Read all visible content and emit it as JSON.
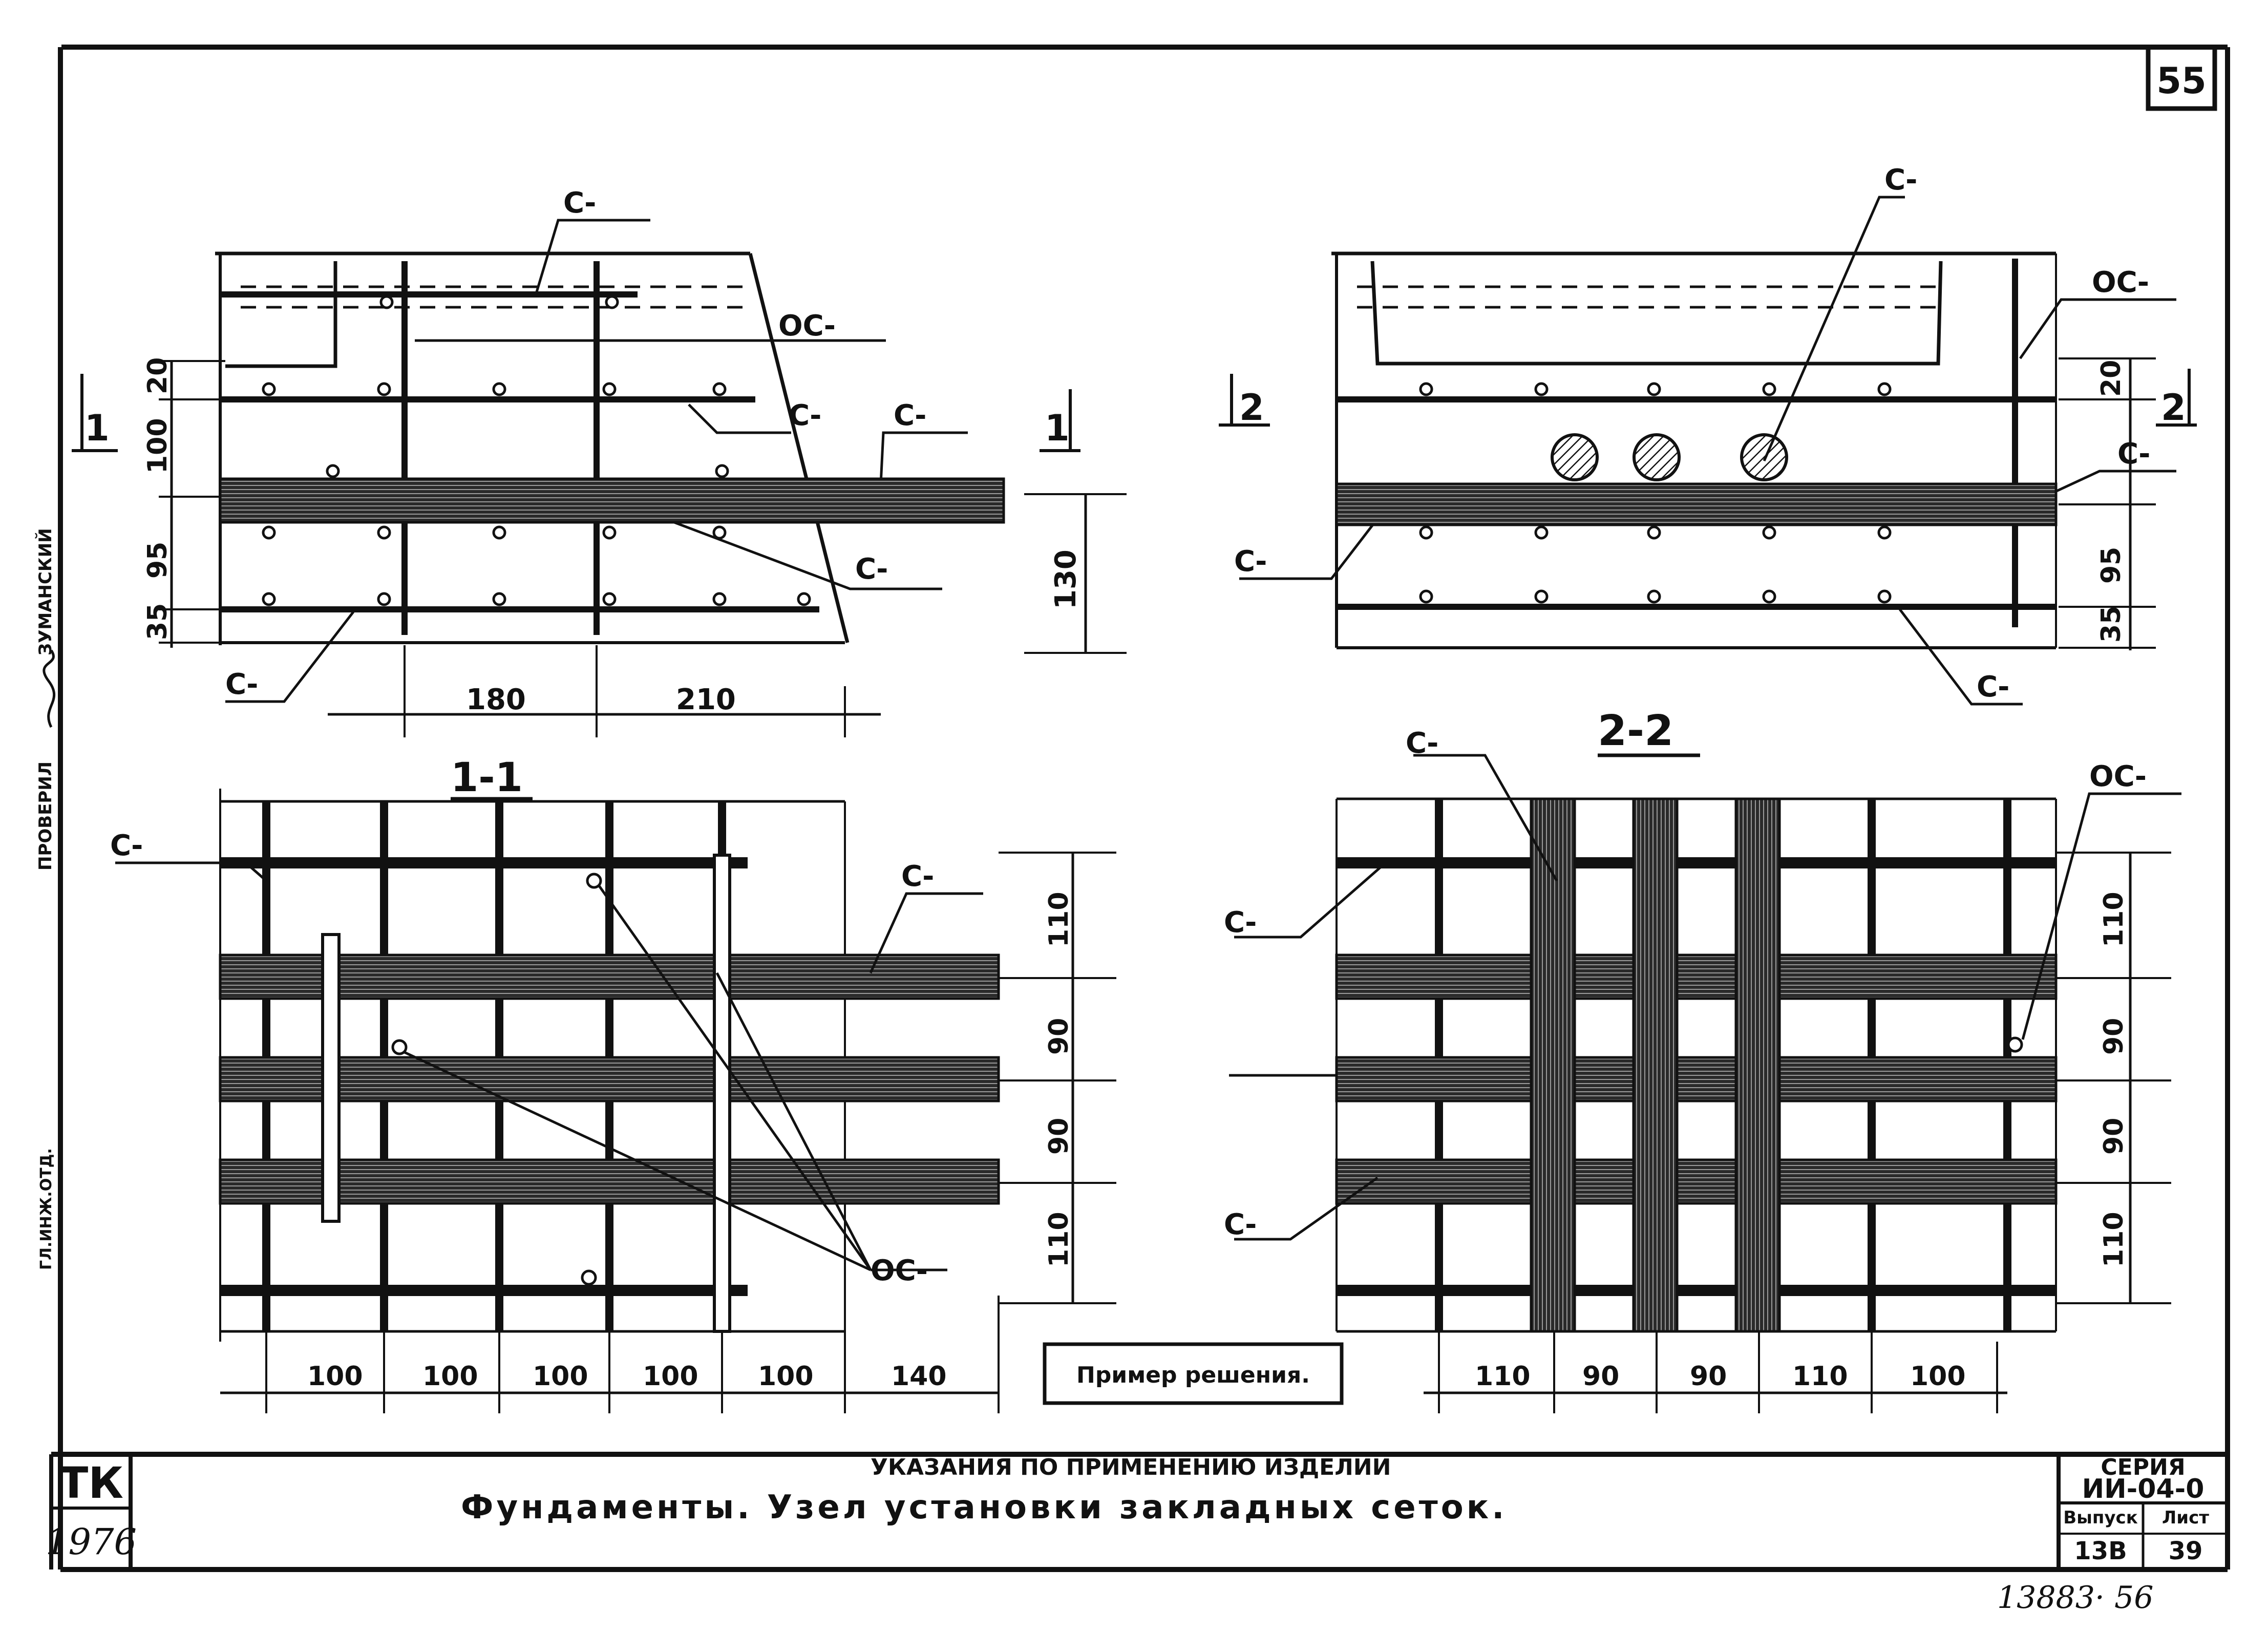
{
  "sheet_number": "55",
  "pencil_number": "13883· 56",
  "side_stamps": [
    "ПРОВЕРИЛ",
    "ЗУМАНСКИЙ",
    "ГЛ.ИНЖ.ОТД."
  ],
  "views": {
    "top_left": {
      "labels": {
        "c1": "С-",
        "oc": "ОС-",
        "c2": "С-",
        "c3": "С-",
        "c4": "С-",
        "c5": "С-"
      },
      "section_marks": [
        "1",
        "1"
      ],
      "dims_v": [
        "20",
        "100",
        "95",
        "35"
      ],
      "dim_v_total": "130",
      "dims_h": [
        "180",
        "210"
      ]
    },
    "top_right": {
      "labels": {
        "c1": "С-",
        "oc": "ОС-",
        "c2": "С-",
        "c3": "С-",
        "c4": "С-"
      },
      "section_marks": [
        "2",
        "2"
      ],
      "dims_v": [
        "20",
        "95",
        "35"
      ]
    },
    "bottom_left": {
      "title": "1-1",
      "labels": {
        "c1": "С-",
        "c2": "С-",
        "oc": "ОС-"
      },
      "dims_v": [
        "110",
        "90",
        "90",
        "110"
      ],
      "dims_h": [
        "100",
        "100",
        "100",
        "100",
        "100",
        "140"
      ]
    },
    "bottom_right": {
      "title": "2-2",
      "labels": {
        "c1": "С-",
        "c2": "С-",
        "c3": "С-",
        "oc": "ОС-"
      },
      "dims_v": [
        "110",
        "90",
        "90",
        "110"
      ],
      "dims_h": [
        "110",
        "90",
        "90",
        "110",
        "100"
      ]
    }
  },
  "example_box": "Пример решения.",
  "title_block": {
    "org": "ТК",
    "year": "1976",
    "subtitle": "УКАЗАНИЯ ПО ПРИМЕНЕНИЮ ИЗДЕЛИЙ",
    "title": "Фундаменты. Узел установки закладных сеток.",
    "series_label": "СЕРИЯ",
    "series_value": "ИИ-04-0",
    "issue_label": "Выпуск",
    "issue_value": "13В",
    "sheet_label": "Лист",
    "sheet_value": "39"
  }
}
